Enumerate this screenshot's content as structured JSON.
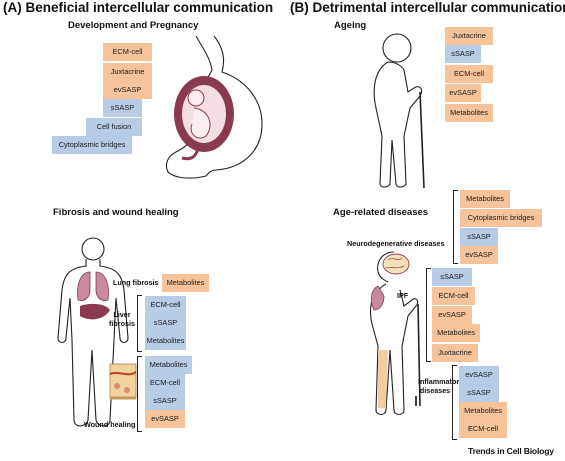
{
  "panel_a": {
    "title": "(A)  Beneficial intercellular communication",
    "development": {
      "title": "Development and Pregnancy",
      "tags": [
        {
          "label": "ECM-cell",
          "color": "orange"
        },
        {
          "label": "Juxtacrine",
          "color": "orange"
        },
        {
          "label": "evSASP",
          "color": "orange"
        },
        {
          "label": "sSASP",
          "color": "blue"
        },
        {
          "label": "Cell fusion",
          "color": "blue"
        },
        {
          "label": "Cytoplasmic bridges",
          "color": "blue"
        }
      ]
    },
    "fibrosis": {
      "title": "Fibrosis and wound healing",
      "lung_label": "Lung fibrosis",
      "lung_tags": [
        {
          "label": "Metabolites",
          "color": "orange"
        }
      ],
      "liver_label": "Liver fibrosis",
      "liver_tags": [
        {
          "label": "ECM-cell",
          "color": "blue"
        },
        {
          "label": "sSASP",
          "color": "blue"
        },
        {
          "label": "Metabolites",
          "color": "blue"
        }
      ],
      "wound_label": "Wound healing",
      "wound_tags": [
        {
          "label": "Metabolites",
          "color": "blue"
        },
        {
          "label": "ECM-cell",
          "color": "blue"
        },
        {
          "label": "sSASP",
          "color": "blue"
        },
        {
          "label": "evSASP",
          "color": "orange"
        }
      ]
    }
  },
  "panel_b": {
    "title": "(B)  Detrimental intercellular communication",
    "ageing": {
      "title": "Ageing",
      "tags": [
        {
          "label": "Juxtacrine",
          "color": "orange"
        },
        {
          "label": "sSASP",
          "color": "blue"
        },
        {
          "label": "ECM-cell",
          "color": "orange"
        },
        {
          "label": "evSASP",
          "color": "orange"
        },
        {
          "label": "Metabolites",
          "color": "orange"
        }
      ]
    },
    "age_related": {
      "title": "Age-related diseases",
      "neuro_label": "Neurodegenerative diseases",
      "neuro_tags": [
        {
          "label": "Metabolites",
          "color": "orange"
        },
        {
          "label": "Cytoplasmic bridges",
          "color": "orange"
        },
        {
          "label": "sSASP",
          "color": "blue"
        },
        {
          "label": "evSASP",
          "color": "orange"
        }
      ],
      "ipf_label": "IPF",
      "ipf_tags": [
        {
          "label": "sSASP",
          "color": "blue"
        },
        {
          "label": "ECM-cell",
          "color": "orange"
        },
        {
          "label": "evSASP",
          "color": "orange"
        },
        {
          "label": "Metabolites",
          "color": "orange"
        },
        {
          "label": "Juxtacrine",
          "color": "orange"
        }
      ],
      "inflam_label": "Inflammatory diseases",
      "inflam_tags": [
        {
          "label": "evSASP",
          "color": "blue"
        },
        {
          "label": "sSASP",
          "color": "blue"
        },
        {
          "label": "Metabolites",
          "color": "orange"
        },
        {
          "label": "ECM-cell",
          "color": "orange"
        }
      ]
    }
  },
  "credit": "Trends in Cell Biology",
  "colors": {
    "orange": "#f6c39a",
    "blue": "#b9cce5",
    "organ": "#8a3a4e"
  }
}
